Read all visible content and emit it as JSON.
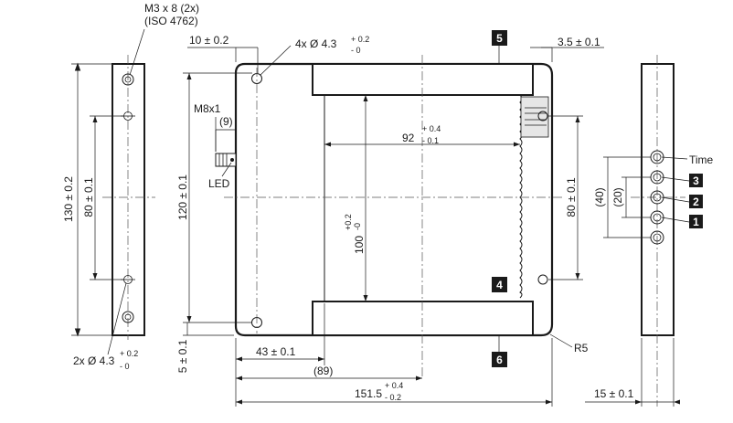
{
  "labels": {
    "screw": "M3 x 8 (2x)",
    "screw_std": "(ISO 4762)",
    "dim_10": "10 ± 0.2",
    "hole_4x": "4x Ø 4.3",
    "hole_4x_tol_top": "+ 0.2",
    "hole_4x_tol_bot": "- 0",
    "dim_35": "3.5 ± 0.1",
    "m8": "M8x1",
    "dim_9": "(9)",
    "led": "LED",
    "dim_92": "92",
    "dim_92_tol_top": "+ 0.4",
    "dim_92_tol_bot": "- 0.1",
    "dim_130": "130 ± 0.2",
    "dim_80_left": "80 ± 0.1",
    "dim_120": "120 ± 0.1",
    "dim_100": "100",
    "dim_100_tol_top": "+0.2",
    "dim_100_tol_bot": "-0",
    "dim_80_right": "80 ± 0.1",
    "dim_40": "(40)",
    "dim_20": "(20)",
    "time": "Time",
    "hole_2x": "2x Ø 4.3",
    "hole_2x_tol_top": "+ 0.2",
    "hole_2x_tol_bot": "- 0",
    "dim_43": "43 ± 0.1",
    "dim_5": "5 ± 0.1",
    "dim_89": "(89)",
    "dim_1515": "151.5",
    "dim_1515_tol_top": "+ 0.4",
    "dim_1515_tol_bot": "- 0.2",
    "r5": "R5",
    "dim_15": "15 ± 0.1"
  },
  "badges": {
    "b1": "1",
    "b2": "2",
    "b3": "3",
    "b4": "4",
    "b5": "5",
    "b6": "6"
  },
  "colors": {
    "ink": "#1a1a1a",
    "badge_bg": "#1a1a1a",
    "badge_fg": "#ffffff"
  }
}
